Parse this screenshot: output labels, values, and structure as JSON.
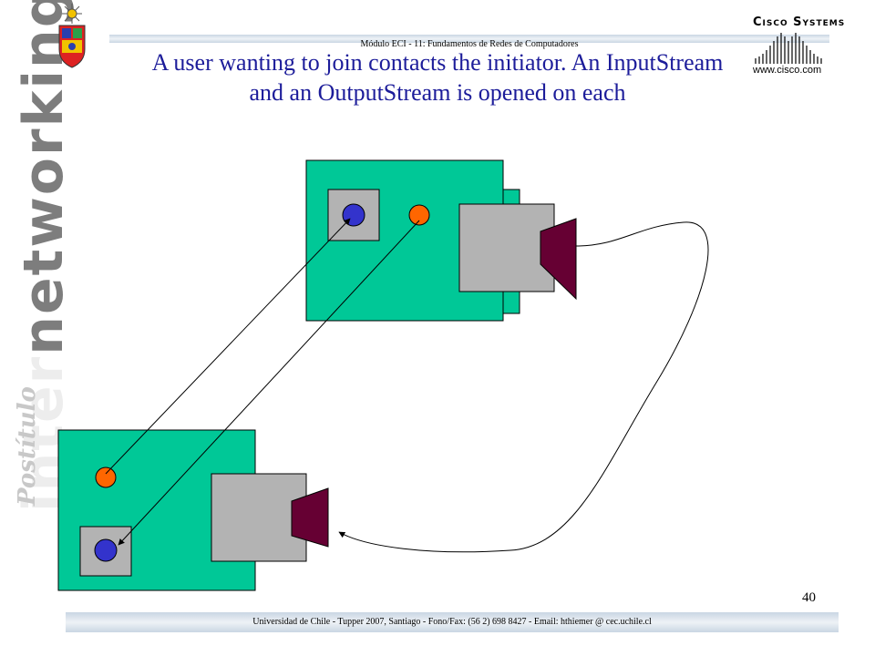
{
  "header": {
    "course": "Módulo ECI - 11: Fundamentos de Redes de Computadores"
  },
  "slide": {
    "title_line1": "A user wanting to join contacts the initiator. An InputStream",
    "title_line2": "and an OutputStream is opened on each"
  },
  "brand": {
    "company": "Cisco Systems",
    "url": "www.cisco.com",
    "side_word_prefix": "inter",
    "side_word_net": "net",
    "side_word_suffix": "working",
    "side_label": "Postítulo"
  },
  "footer": {
    "address": "Universidad de Chile - Tupper 2007, Santiago - Fono/Fax: (56 2) 698 8427 - Email: hthiemer @ cec.uchile.cl",
    "page_number": "40"
  },
  "colors": {
    "title": "#1c1c9a",
    "node_green": "#00c897",
    "inner_gray": "#b3b3b3",
    "socket_blue": "#3333cc",
    "socket_orange": "#ff6600",
    "stream_purple": "#660033"
  },
  "icons": [
    "university-crest-icon",
    "cisco-logo-icon"
  ]
}
